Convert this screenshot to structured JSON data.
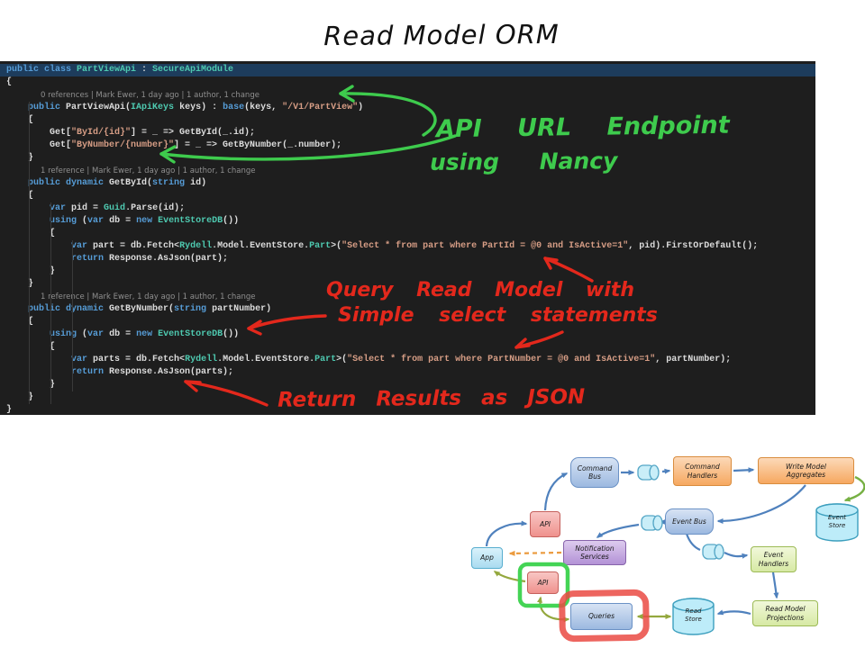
{
  "title": "Read Model ORM",
  "handwritten": {
    "green": {
      "line1": "API URL Endpoint",
      "line2": "using Nancy",
      "color": "#3ecb4d"
    },
    "red": {
      "line1": "Query Read Model with",
      "line2": "Simple select statements",
      "line3": "Return Results as JSON",
      "color": "#e3281c"
    }
  },
  "code": {
    "background": "#1e1e1e",
    "colors": {
      "keyword": "#569cd6",
      "type": "#4ec9b0",
      "string": "#d69d85",
      "plain": "#dcdcdc",
      "codelens": "#8f8f8f",
      "line_highlight": "#1d3c5c"
    },
    "lines": [
      {
        "h": true,
        "seg": [
          [
            "kw",
            "public class "
          ],
          [
            "ty",
            "PartViewApi"
          ],
          [
            "pl",
            " : "
          ],
          [
            "ty",
            "SecureApiModule"
          ]
        ]
      },
      {
        "seg": [
          [
            "pl",
            "{"
          ]
        ]
      },
      {
        "cl": "0 references | Mark Ewer, 1 day ago | 1 author, 1 change"
      },
      {
        "seg": [
          [
            "pl",
            "    "
          ],
          [
            "kw",
            "public"
          ],
          [
            "pl",
            " PartViewApi("
          ],
          [
            "ty",
            "IApiKeys"
          ],
          [
            "pl",
            " keys) : "
          ],
          [
            "kw",
            "base"
          ],
          [
            "pl",
            "(keys, "
          ],
          [
            "st",
            "\"/V1/PartView\""
          ],
          [
            "pl",
            ")"
          ]
        ]
      },
      {
        "seg": [
          [
            "pl",
            "    {"
          ]
        ]
      },
      {
        "seg": [
          [
            "pl",
            "        Get["
          ],
          [
            "st",
            "\"ById/{id}\""
          ],
          [
            "pl",
            "] = _ => GetById(_.id);"
          ]
        ]
      },
      {
        "seg": [
          [
            "pl",
            "        Get["
          ],
          [
            "st",
            "\"ByNumber/{number}\""
          ],
          [
            "pl",
            "] = _ => GetByNumber(_.number);"
          ]
        ]
      },
      {
        "seg": [
          [
            "pl",
            "    }"
          ]
        ]
      },
      {
        "cl": "1 reference | Mark Ewer, 1 day ago | 1 author, 1 change"
      },
      {
        "seg": [
          [
            "pl",
            "    "
          ],
          [
            "kw",
            "public dynamic"
          ],
          [
            "pl",
            " GetById("
          ],
          [
            "kw",
            "string"
          ],
          [
            "pl",
            " id)"
          ]
        ]
      },
      {
        "seg": [
          [
            "pl",
            "    {"
          ]
        ]
      },
      {
        "seg": [
          [
            "pl",
            "        "
          ],
          [
            "kw",
            "var"
          ],
          [
            "pl",
            " pid = "
          ],
          [
            "ty",
            "Guid"
          ],
          [
            "pl",
            ".Parse(id);"
          ]
        ]
      },
      {
        "seg": [
          [
            "pl",
            "        "
          ],
          [
            "kw",
            "using"
          ],
          [
            "pl",
            " ("
          ],
          [
            "kw",
            "var"
          ],
          [
            "pl",
            " db = "
          ],
          [
            "kw",
            "new"
          ],
          [
            "pl",
            " "
          ],
          [
            "ty",
            "EventStoreDB"
          ],
          [
            "pl",
            "())"
          ]
        ]
      },
      {
        "seg": [
          [
            "pl",
            "        {"
          ]
        ]
      },
      {
        "seg": [
          [
            "pl",
            "            "
          ],
          [
            "kw",
            "var"
          ],
          [
            "pl",
            " part = db.Fetch<"
          ],
          [
            "ty",
            "Rydell"
          ],
          [
            "pl",
            ".Model.EventStore."
          ],
          [
            "ty",
            "Part"
          ],
          [
            "pl",
            ">("
          ],
          [
            "st",
            "\"Select * from part where PartId = @0 and IsActive=1\""
          ],
          [
            "pl",
            ", pid).FirstOrDefault();"
          ]
        ]
      },
      {
        "seg": [
          [
            "pl",
            "            "
          ],
          [
            "kw",
            "return"
          ],
          [
            "pl",
            " Response.AsJson(part);"
          ]
        ]
      },
      {
        "seg": [
          [
            "pl",
            "        }"
          ]
        ]
      },
      {
        "seg": [
          [
            "pl",
            "    }"
          ]
        ]
      },
      {
        "cl": "1 reference | Mark Ewer, 1 day ago | 1 author, 1 change"
      },
      {
        "seg": [
          [
            "pl",
            "    "
          ],
          [
            "kw",
            "public dynamic"
          ],
          [
            "pl",
            " GetByNumber("
          ],
          [
            "kw",
            "string"
          ],
          [
            "pl",
            " partNumber)"
          ]
        ]
      },
      {
        "seg": [
          [
            "pl",
            "    {"
          ]
        ]
      },
      {
        "seg": [
          [
            "pl",
            "        "
          ],
          [
            "kw",
            "using"
          ],
          [
            "pl",
            " ("
          ],
          [
            "kw",
            "var"
          ],
          [
            "pl",
            " db = "
          ],
          [
            "kw",
            "new"
          ],
          [
            "pl",
            " "
          ],
          [
            "ty",
            "EventStoreDB"
          ],
          [
            "pl",
            "())"
          ]
        ]
      },
      {
        "seg": [
          [
            "pl",
            "        {"
          ]
        ]
      },
      {
        "seg": [
          [
            "pl",
            "            "
          ],
          [
            "kw",
            "var"
          ],
          [
            "pl",
            " parts = db.Fetch<"
          ],
          [
            "ty",
            "Rydell"
          ],
          [
            "pl",
            ".Model.EventStore."
          ],
          [
            "ty",
            "Part"
          ],
          [
            "pl",
            ">("
          ],
          [
            "st",
            "\"Select * from part where PartNumber = @0 and IsActive=1\""
          ],
          [
            "pl",
            ", partNumber);"
          ]
        ]
      },
      {
        "seg": [
          [
            "pl",
            "            "
          ],
          [
            "kw",
            "return"
          ],
          [
            "pl",
            " Response.AsJson(parts);"
          ]
        ]
      },
      {
        "seg": [
          [
            "pl",
            "        }"
          ]
        ]
      },
      {
        "seg": [
          [
            "pl",
            "    }"
          ]
        ]
      },
      {
        "seg": [
          [
            "pl",
            "}"
          ]
        ]
      }
    ]
  },
  "diagram": {
    "labels": {
      "command_bus": "Command\nBus",
      "command_handlers": "Command\nHandlers",
      "write_model_aggregates": "Write Model\nAggregates",
      "event_store": "Event\nStore",
      "api_top": "API",
      "event_bus": "Event Bus",
      "notification_services": "Notification\nServices",
      "event_handlers": "Event\nHandlers",
      "app": "App",
      "api_bottom": "API",
      "queries": "Queries",
      "read_store": "Read\nStore",
      "read_model_projections": "Read Model\nProjections"
    },
    "colors": {
      "arrow_blue": "#4f81bd",
      "arrow_green": "#76b043",
      "arrow_olive": "#94a83e",
      "arrow_orange": "#eb9b3f",
      "highlight_green": "#44d455",
      "highlight_red": "#ea4a43"
    }
  }
}
